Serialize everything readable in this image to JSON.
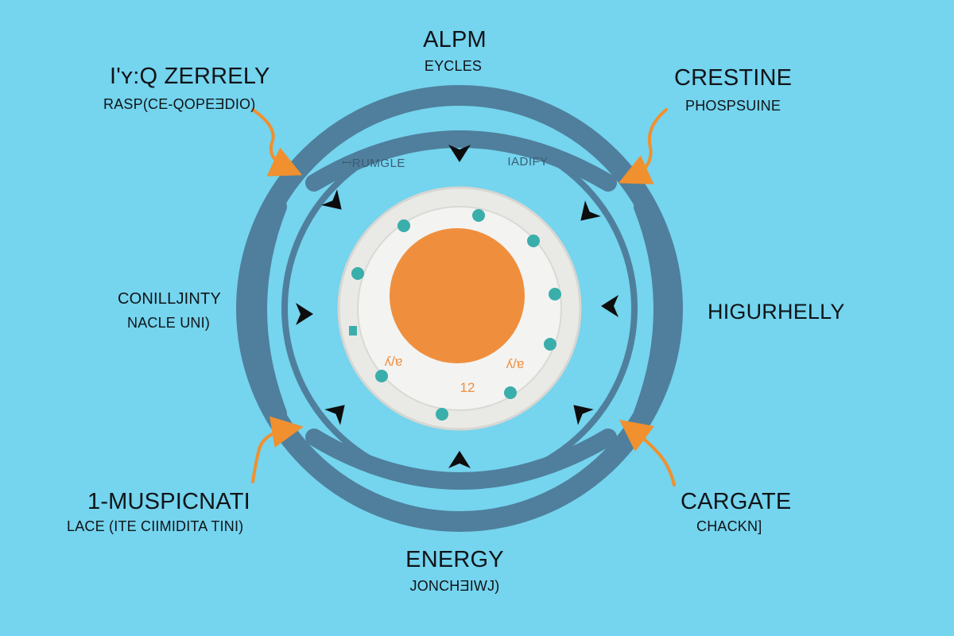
{
  "colors": {
    "background": "#75d4ee",
    "ring": "#4f7f9c",
    "core": "#ef8f3e",
    "plate": "#ececea",
    "teal_dot": "#3aaeaa",
    "orange_arrow": "#f0902e",
    "black_arrow": "#0d0d0d"
  },
  "labels": {
    "top": {
      "title": "ALPM",
      "sub": "EYCLES"
    },
    "top_left": {
      "title": "I'ʏ:Q ZERRELY",
      "sub": "RASP(CE-QOPEƎDIO)"
    },
    "top_right": {
      "title": "CRESTINE",
      "sub": "PHOSPSUINE"
    },
    "left": {
      "title": "CONILLJINTY",
      "sub": "NACLE UNI)"
    },
    "right": {
      "title": "HIGURHELLY"
    },
    "bottom_left": {
      "title": "1-MUSPICNATI",
      "sub": "LACE (ITE CIIMIDITA TINI)"
    },
    "bottom_right": {
      "title": "CARGATE",
      "sub": "CHACKN]"
    },
    "bottom": {
      "title": "ENERGY",
      "sub": "JONCHƎIWJ)"
    }
  },
  "inner_labels": {
    "upper_left": "ꟷRUMGLE",
    "upper_right": "IADIFY"
  },
  "center_marks": {
    "bottom": "12",
    "left": "ʎ/ɐ",
    "right": "ʎ/ɐ"
  },
  "icons": [
    "orange-curved-arrow-icon",
    "black-chevron-arrow-icon",
    "teal-dot-icon"
  ]
}
